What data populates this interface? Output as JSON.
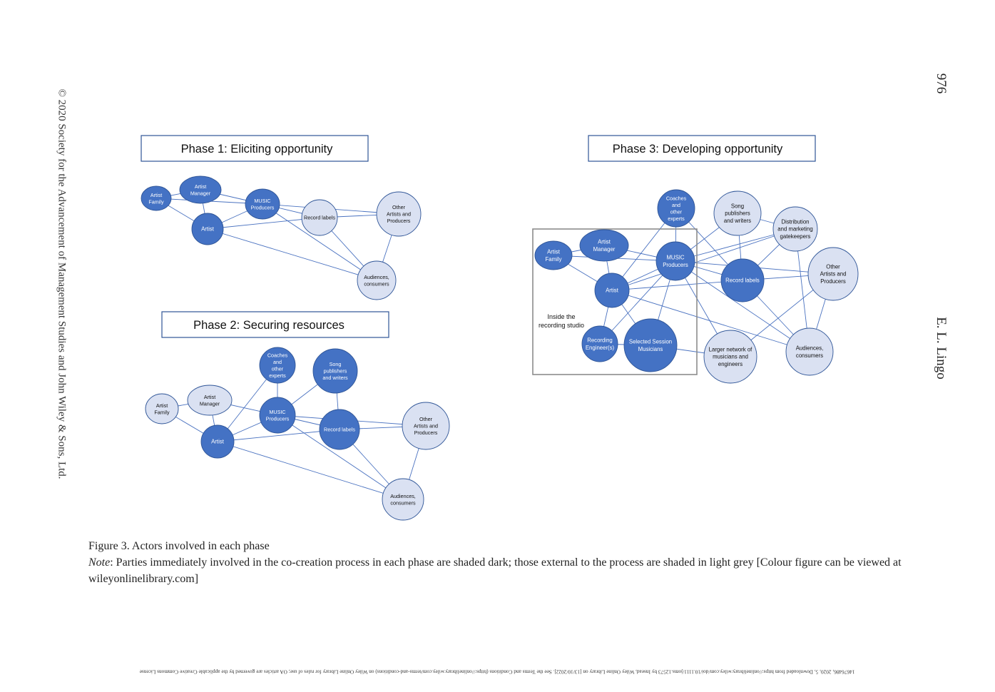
{
  "side_text": {
    "left_copyright": "© 2020 Society for the Advancement of Management Studies and John Wiley & Sons, Ltd.",
    "page_number": "976",
    "author": "E. L. Lingo"
  },
  "caption": {
    "title": "Figure 3. Actors involved in each phase",
    "note_label": "Note",
    "note_text": ": Parties immediately involved in the co-creation process in each phase are shaded dark; those external to the process are shaded in light grey [Colour figure can be viewed at wileyonlinelibrary.com]"
  },
  "footer_license": "14676486, 2020, 5, Downloaded from https://onlinelibrary.wiley.com/doi/10.1111/joms.12573 by Insead, Wiley Online Library on [13/10/2022]. See the Terms and Conditions (https://onlinelibrary.wiley.com/terms-and-conditions) on Wiley Online Library for rules of use; OA articles are governed by the applicable Creative Commons License",
  "colors": {
    "dark_fill": "#4472c4",
    "light_fill": "#dae1f2",
    "stroke": "#2f5597",
    "edge": "#4a72c0"
  },
  "studio_label": [
    "Inside the",
    "recording studio"
  ],
  "phases": [
    {
      "title": "Phase 1:  Eliciting opportunity",
      "nodes": [
        {
          "id": "family",
          "label": [
            "Artist",
            "Family"
          ],
          "shade": "dark"
        },
        {
          "id": "manager",
          "label": [
            "Artist",
            "Manager"
          ],
          "shade": "dark"
        },
        {
          "id": "artist",
          "label": [
            "Artist"
          ],
          "shade": "dark"
        },
        {
          "id": "producers",
          "label": [
            "MUSIC",
            "Producers"
          ],
          "shade": "dark"
        },
        {
          "id": "labels",
          "label": [
            "Record labels"
          ],
          "shade": "light"
        },
        {
          "id": "others",
          "label": [
            "Other",
            "Artists and",
            "Producers"
          ],
          "shade": "light"
        },
        {
          "id": "audiences",
          "label": [
            "Audiences,",
            "consumers"
          ],
          "shade": "light"
        }
      ],
      "edges": [
        [
          "family",
          "manager"
        ],
        [
          "family",
          "artist"
        ],
        [
          "family",
          "producers"
        ],
        [
          "manager",
          "producers"
        ],
        [
          "manager",
          "artist"
        ],
        [
          "artist",
          "producers"
        ],
        [
          "artist",
          "labels"
        ],
        [
          "artist",
          "audiences"
        ],
        [
          "producers",
          "labels"
        ],
        [
          "producers",
          "others"
        ],
        [
          "producers",
          "audiences"
        ],
        [
          "labels",
          "others"
        ],
        [
          "labels",
          "audiences"
        ],
        [
          "others",
          "audiences"
        ]
      ]
    },
    {
      "title": "Phase 2:  Securing resources",
      "nodes": [
        {
          "id": "family",
          "label": [
            "Artist",
            "Family"
          ],
          "shade": "light"
        },
        {
          "id": "manager",
          "label": [
            "Artist",
            "Manager"
          ],
          "shade": "light"
        },
        {
          "id": "coaches",
          "label": [
            "Coaches",
            "and",
            "other",
            "experts"
          ],
          "shade": "dark"
        },
        {
          "id": "song",
          "label": [
            "Song",
            "publishers",
            "and writers"
          ],
          "shade": "dark"
        },
        {
          "id": "producers",
          "label": [
            "MUSIC",
            "Producers"
          ],
          "shade": "dark"
        },
        {
          "id": "artist",
          "label": [
            "Artist"
          ],
          "shade": "dark"
        },
        {
          "id": "labels",
          "label": [
            "Record labels"
          ],
          "shade": "dark"
        },
        {
          "id": "others",
          "label": [
            "Other",
            "Artists and",
            "Producers"
          ],
          "shade": "light"
        },
        {
          "id": "audiences",
          "label": [
            "Audiences,",
            "consumers"
          ],
          "shade": "light"
        }
      ],
      "edges": [
        [
          "family",
          "manager"
        ],
        [
          "family",
          "artist"
        ],
        [
          "manager",
          "producers"
        ],
        [
          "manager",
          "artist"
        ],
        [
          "coaches",
          "producers"
        ],
        [
          "coaches",
          "artist"
        ],
        [
          "song",
          "producers"
        ],
        [
          "song",
          "labels"
        ],
        [
          "producers",
          "artist"
        ],
        [
          "producers",
          "labels"
        ],
        [
          "producers",
          "others"
        ],
        [
          "producers",
          "audiences"
        ],
        [
          "artist",
          "labels"
        ],
        [
          "artist",
          "audiences"
        ],
        [
          "labels",
          "others"
        ],
        [
          "labels",
          "audiences"
        ],
        [
          "others",
          "audiences"
        ]
      ]
    },
    {
      "title": "Phase 3:  Developing opportunity",
      "nodes": [
        {
          "id": "coaches",
          "label": [
            "Coaches",
            "and",
            "other",
            "experts"
          ],
          "shade": "dark"
        },
        {
          "id": "song",
          "label": [
            "Song",
            "publishers",
            "and writers"
          ],
          "shade": "light"
        },
        {
          "id": "distribution",
          "label": [
            "Distribution",
            "and marketing",
            "gatekeepers"
          ],
          "shade": "light"
        },
        {
          "id": "family",
          "label": [
            "Artist",
            "Family"
          ],
          "shade": "dark"
        },
        {
          "id": "manager",
          "label": [
            "Artist",
            "Manager"
          ],
          "shade": "dark"
        },
        {
          "id": "producers",
          "label": [
            "MUSIC",
            "Producers"
          ],
          "shade": "dark"
        },
        {
          "id": "artist",
          "label": [
            "Artist"
          ],
          "shade": "dark"
        },
        {
          "id": "labels",
          "label": [
            "Record labels"
          ],
          "shade": "dark"
        },
        {
          "id": "others",
          "label": [
            "Other",
            "Artists and",
            "Producers"
          ],
          "shade": "light"
        },
        {
          "id": "engineers",
          "label": [
            "Recording",
            "Engineer(s)"
          ],
          "shade": "dark"
        },
        {
          "id": "session",
          "label": [
            "Selected Session",
            "Musicians"
          ],
          "shade": "dark"
        },
        {
          "id": "network",
          "label": [
            "Larger network of",
            "musicians and",
            "engineers"
          ],
          "shade": "light"
        },
        {
          "id": "audiences",
          "label": [
            "Audiences,",
            "consumers"
          ],
          "shade": "light"
        }
      ],
      "edges": [
        [
          "family",
          "manager"
        ],
        [
          "family",
          "artist"
        ],
        [
          "family",
          "producers"
        ],
        [
          "manager",
          "artist"
        ],
        [
          "manager",
          "producers"
        ],
        [
          "coaches",
          "producers"
        ],
        [
          "coaches",
          "artist"
        ],
        [
          "coaches",
          "labels"
        ],
        [
          "song",
          "producers"
        ],
        [
          "song",
          "labels"
        ],
        [
          "song",
          "distribution"
        ],
        [
          "distribution",
          "producers"
        ],
        [
          "distribution",
          "labels"
        ],
        [
          "distribution",
          "audiences"
        ],
        [
          "distribution",
          "artist"
        ],
        [
          "producers",
          "artist"
        ],
        [
          "producers",
          "labels"
        ],
        [
          "producers",
          "others"
        ],
        [
          "producers",
          "audiences"
        ],
        [
          "producers",
          "network"
        ],
        [
          "producers",
          "engineers"
        ],
        [
          "producers",
          "session"
        ],
        [
          "artist",
          "labels"
        ],
        [
          "artist",
          "audiences"
        ],
        [
          "artist",
          "engineers"
        ],
        [
          "artist",
          "session"
        ],
        [
          "labels",
          "others"
        ],
        [
          "labels",
          "audiences"
        ],
        [
          "others",
          "audiences"
        ],
        [
          "others",
          "network"
        ],
        [
          "engineers",
          "session"
        ],
        [
          "session",
          "network"
        ]
      ]
    }
  ]
}
